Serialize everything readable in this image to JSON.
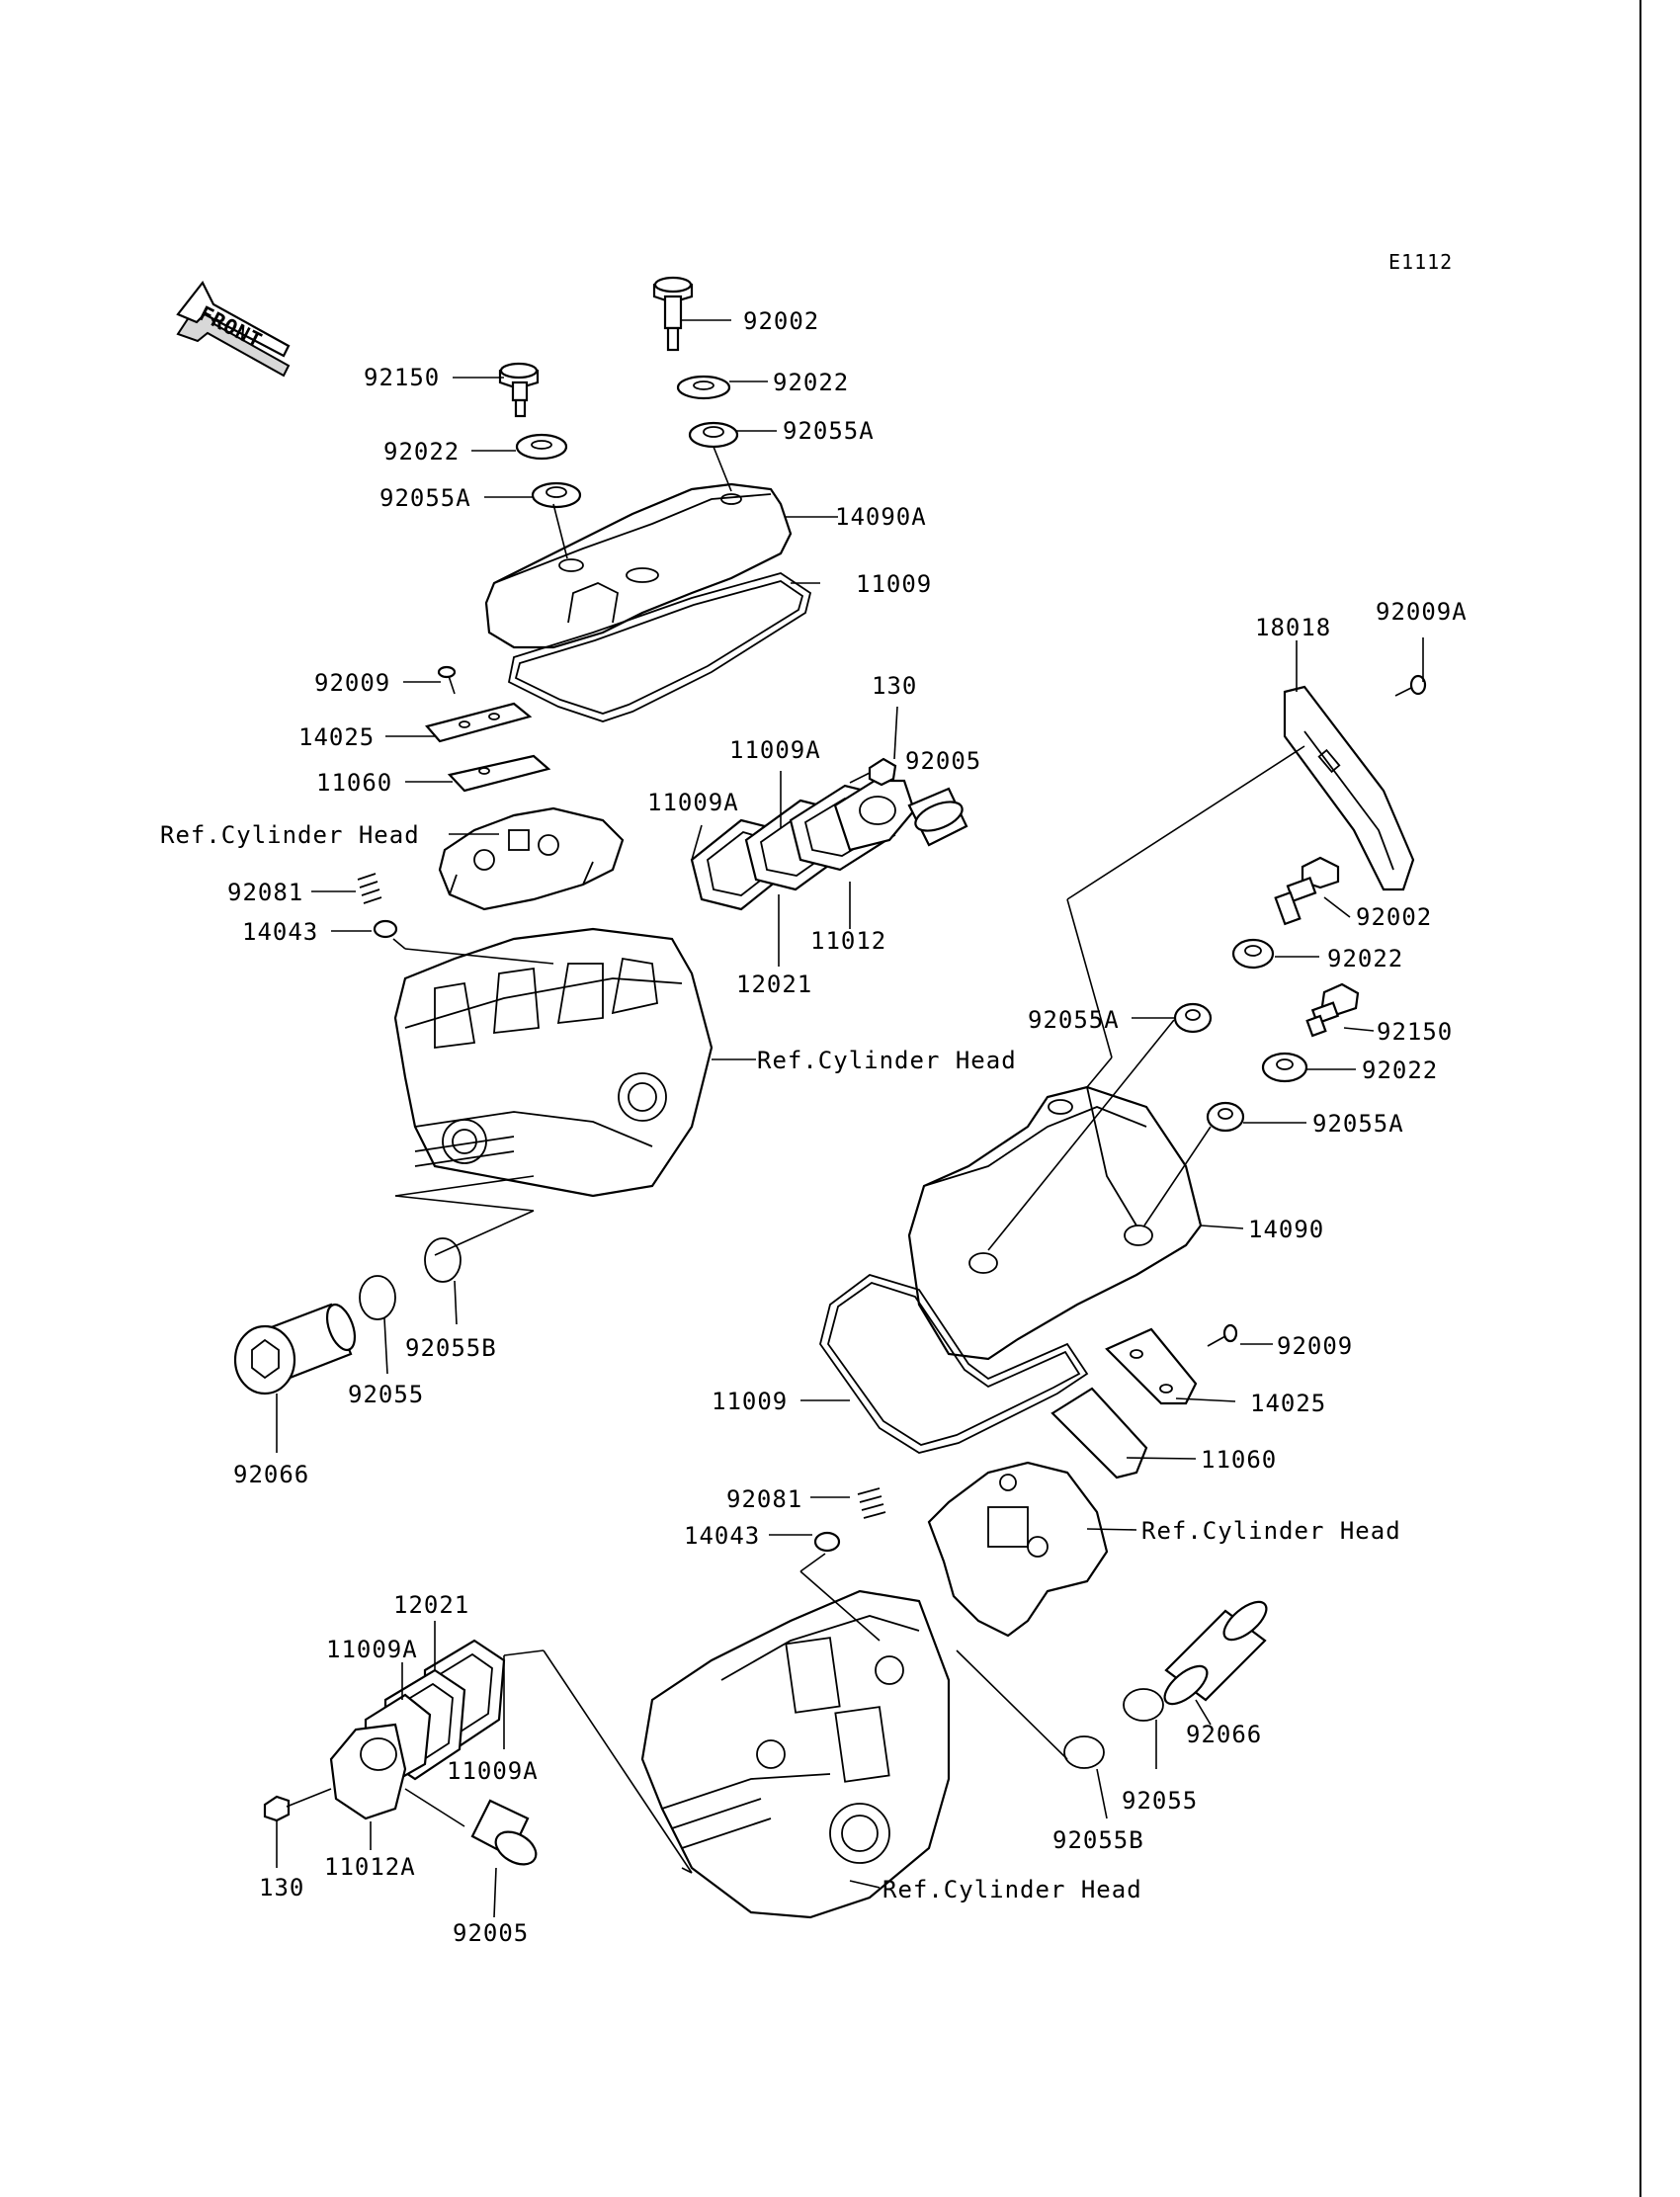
{
  "diagram_code": "E1112",
  "front_label": "FRONT",
  "callouts": [
    {
      "id": "c01",
      "text": "92002"
    },
    {
      "id": "c02",
      "text": "92150"
    },
    {
      "id": "c03",
      "text": "92022"
    },
    {
      "id": "c04",
      "text": "92022"
    },
    {
      "id": "c05",
      "text": "92055A"
    },
    {
      "id": "c06",
      "text": "92055A"
    },
    {
      "id": "c07",
      "text": "14090A"
    },
    {
      "id": "c08",
      "text": "11009"
    },
    {
      "id": "c09",
      "text": "92009"
    },
    {
      "id": "c10",
      "text": "14025"
    },
    {
      "id": "c11",
      "text": "11060"
    },
    {
      "id": "c12",
      "text": "Ref.Cylinder Head"
    },
    {
      "id": "c13",
      "text": "92081"
    },
    {
      "id": "c14",
      "text": "14043"
    },
    {
      "id": "c15",
      "text": "130"
    },
    {
      "id": "c16",
      "text": "11009A"
    },
    {
      "id": "c17",
      "text": "92005"
    },
    {
      "id": "c18",
      "text": "11009A"
    },
    {
      "id": "c19",
      "text": "11012"
    },
    {
      "id": "c20",
      "text": "12021"
    },
    {
      "id": "c21",
      "text": "Ref.Cylinder Head"
    },
    {
      "id": "c22",
      "text": "92055B"
    },
    {
      "id": "c23",
      "text": "92055"
    },
    {
      "id": "c24",
      "text": "92066"
    },
    {
      "id": "c25",
      "text": "18018"
    },
    {
      "id": "c26",
      "text": "92009A"
    },
    {
      "id": "c27",
      "text": "92002"
    },
    {
      "id": "c28",
      "text": "92022"
    },
    {
      "id": "c29",
      "text": "92055A"
    },
    {
      "id": "c30",
      "text": "92150"
    },
    {
      "id": "c31",
      "text": "92022"
    },
    {
      "id": "c32",
      "text": "92055A"
    },
    {
      "id": "c33",
      "text": "14090"
    },
    {
      "id": "c34",
      "text": "92009"
    },
    {
      "id": "c35",
      "text": "14025"
    },
    {
      "id": "c36",
      "text": "11009"
    },
    {
      "id": "c37",
      "text": "11060"
    },
    {
      "id": "c38",
      "text": "92081"
    },
    {
      "id": "c39",
      "text": "Ref.Cylinder Head"
    },
    {
      "id": "c40",
      "text": "14043"
    },
    {
      "id": "c41",
      "text": "12021"
    },
    {
      "id": "c42",
      "text": "11009A"
    },
    {
      "id": "c43",
      "text": "92066"
    },
    {
      "id": "c44",
      "text": "11009A"
    },
    {
      "id": "c45",
      "text": "92055"
    },
    {
      "id": "c46",
      "text": "130"
    },
    {
      "id": "c47",
      "text": "11012A"
    },
    {
      "id": "c48",
      "text": "92055B"
    },
    {
      "id": "c49",
      "text": "Ref.Cylinder Head"
    },
    {
      "id": "c50",
      "text": "92005"
    }
  ]
}
